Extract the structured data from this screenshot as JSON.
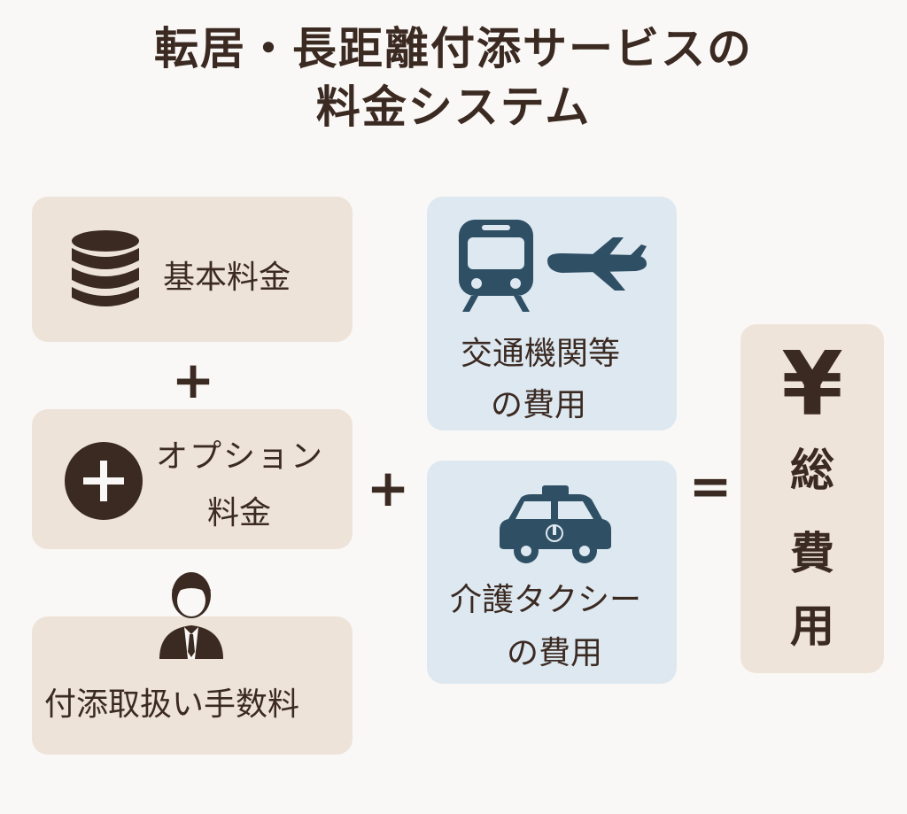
{
  "title": {
    "line1": "転居・長距離付添サービスの",
    "line2": "料金システム"
  },
  "left_column": {
    "basic_fee": {
      "label": "基本料金",
      "icon": "coin-stack-icon"
    },
    "option_fee": {
      "line1": "オプション",
      "line2": "料金",
      "icon": "plus-circle-icon"
    },
    "handling_fee": {
      "label": "付添取扱い手数料",
      "icon": "businessman-icon"
    }
  },
  "middle_column": {
    "transport": {
      "line1": "交通機関等",
      "line2": "の費用",
      "icons": [
        "train-icon",
        "airplane-icon"
      ]
    },
    "care_taxi": {
      "line1": "介護タクシー",
      "line2": "の費用",
      "icon": "taxi-icon"
    }
  },
  "operators": {
    "plus_vertical": "+",
    "plus_middle": "+",
    "equals": "="
  },
  "total": {
    "yen": "¥",
    "char1": "総",
    "char2": "費",
    "char3": "用"
  },
  "colors": {
    "text": "#3b2a22",
    "beige_box": "#ede3d8",
    "blue_box": "#dde8f0",
    "icon_blue": "#2f4f65"
  }
}
